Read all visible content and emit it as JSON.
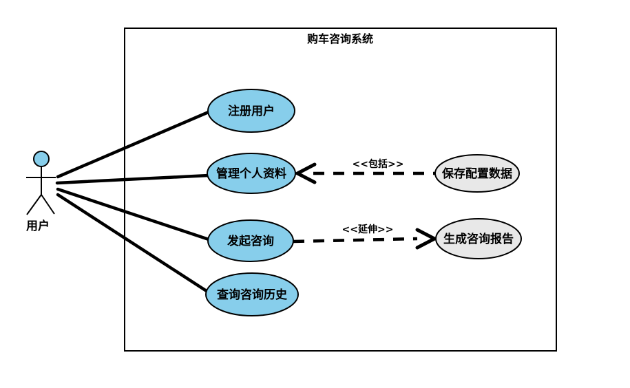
{
  "diagram": {
    "title": "购车咨询系统"
  },
  "actor": {
    "label": "用户"
  },
  "use_cases": [
    {
      "id": "register-user",
      "label": "注册用户",
      "type": "internal"
    },
    {
      "id": "manage-profile",
      "label": "管理个人资料",
      "type": "internal"
    },
    {
      "id": "initiate-consult",
      "label": "发起咨询",
      "type": "internal"
    },
    {
      "id": "query-history",
      "label": "查询咨询历史",
      "type": "internal"
    },
    {
      "id": "save-config-data",
      "label": "保存配置数据",
      "type": "secondary"
    },
    {
      "id": "generate-report",
      "label": "生成咨询报告",
      "type": "secondary"
    }
  ],
  "relationships": [
    {
      "type": "include",
      "label": "<<包括>>",
      "from": "保存配置数据",
      "to": "管理个人资料"
    },
    {
      "type": "extend",
      "label": "<<延伸>>",
      "from": "发起咨询",
      "to": "生成咨询报告"
    }
  ],
  "colors": {
    "use_case_fill": "#87CEEB",
    "secondary_fill": "#E8E8E8",
    "stroke": "#000000",
    "background": "#FFFFFF"
  }
}
